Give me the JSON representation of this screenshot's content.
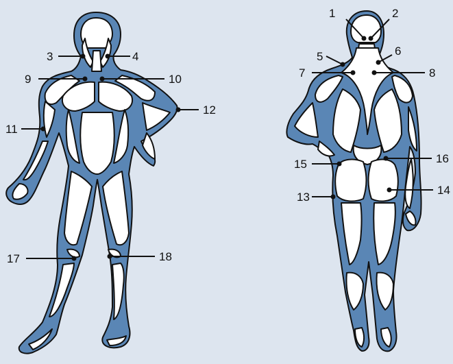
{
  "colors": {
    "background": "#dde5ef",
    "muscle_fill": "#ffffff",
    "body_fill": "#5a86b5",
    "outline": "#111111",
    "leader": "#111111"
  },
  "figures": {
    "front": {
      "description_icon": "anterior-muscle-figure-icon"
    },
    "back": {
      "description_icon": "posterior-muscle-figure-icon"
    }
  },
  "labels": [
    {
      "id": "1",
      "text": "1"
    },
    {
      "id": "2",
      "text": "2"
    },
    {
      "id": "3",
      "text": "3"
    },
    {
      "id": "4",
      "text": "4"
    },
    {
      "id": "5",
      "text": "5"
    },
    {
      "id": "6",
      "text": "6"
    },
    {
      "id": "7",
      "text": "7"
    },
    {
      "id": "8",
      "text": "8"
    },
    {
      "id": "9",
      "text": "9"
    },
    {
      "id": "10",
      "text": "10"
    },
    {
      "id": "11",
      "text": "11"
    },
    {
      "id": "12",
      "text": "12"
    },
    {
      "id": "13",
      "text": "13"
    },
    {
      "id": "14",
      "text": "14"
    },
    {
      "id": "15",
      "text": "15"
    },
    {
      "id": "16",
      "text": "16"
    },
    {
      "id": "17",
      "text": "17"
    },
    {
      "id": "18",
      "text": "18"
    }
  ]
}
